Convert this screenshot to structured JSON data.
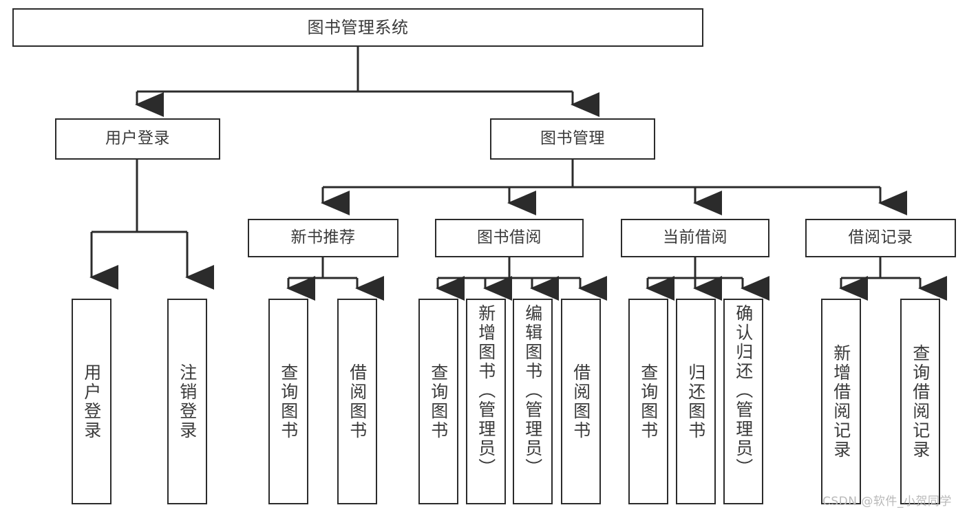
{
  "diagram": {
    "type": "tree",
    "title": "图书管理系统",
    "watermark": "CSDN @软件_小贺同学",
    "colors": {
      "stroke": "#2b2b2b",
      "text": "#3a3a3a",
      "background": "#ffffff",
      "watermark": "#b9b9b9"
    },
    "nodes": {
      "root": "图书管理系统",
      "level1": [
        "用户登录",
        "图书管理"
      ],
      "level2": [
        "新书推荐",
        "图书借阅",
        "当前借阅",
        "借阅记录"
      ],
      "leaves": {
        "user_login": [
          "用户登录",
          "注销登录"
        ],
        "new_book": [
          "查询图书",
          "借阅图书"
        ],
        "borrow": [
          "查询图书",
          "新增图书（管理员）",
          "编辑图书（管理员）",
          "借阅图书"
        ],
        "current": [
          "查询图书",
          "归还图书",
          "确认归还（管理员）"
        ],
        "records": [
          "新增借阅记录",
          "查询借阅记录"
        ]
      }
    }
  }
}
